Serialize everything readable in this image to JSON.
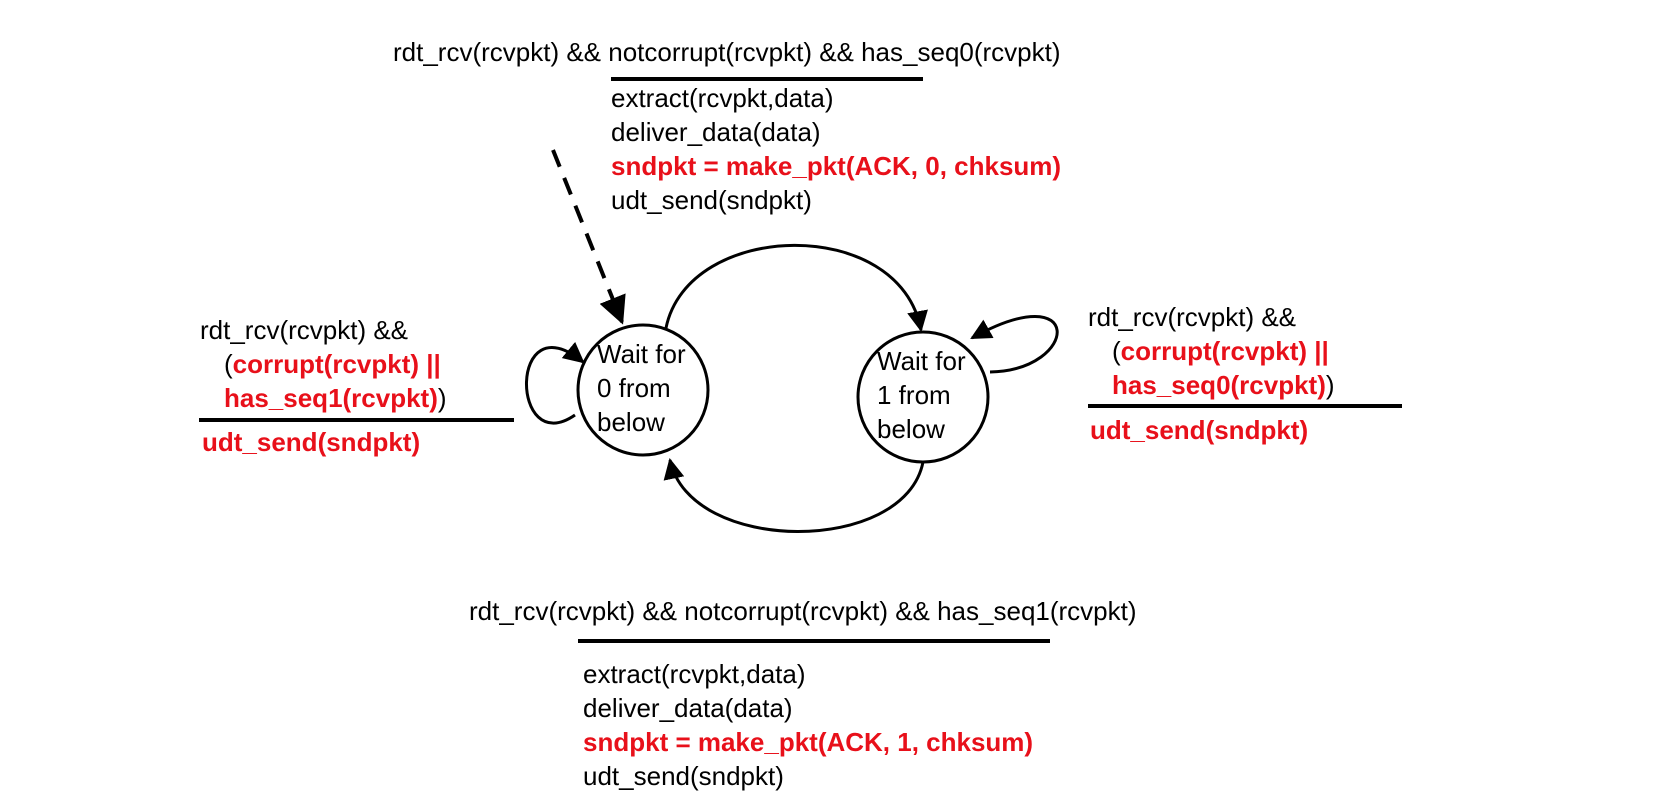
{
  "colors": {
    "stroke": "#000000",
    "highlight": "#e8101a",
    "background": "#ffffff"
  },
  "states": [
    {
      "id": "wait0",
      "lines": [
        "Wait for",
        "0 from",
        "below"
      ]
    },
    {
      "id": "wait1",
      "lines": [
        "Wait for",
        "1 from",
        "below"
      ]
    }
  ],
  "transitions": {
    "top": {
      "from": "wait0",
      "to": "wait1",
      "event": "rdt_rcv(rcvpkt) && notcorrupt(rcvpkt) && has_seq0(rcvpkt)",
      "actions": [
        {
          "text": "extract(rcvpkt,data)",
          "highlight": false
        },
        {
          "text": "deliver_data(data)",
          "highlight": false
        },
        {
          "text": "sndpkt = make_pkt(ACK, 0, chksum)",
          "highlight": true
        },
        {
          "text": "udt_send(sndpkt)",
          "highlight": false
        }
      ]
    },
    "bottom": {
      "from": "wait1",
      "to": "wait0",
      "event": "rdt_rcv(rcvpkt) && notcorrupt(rcvpkt) && has_seq1(rcvpkt)",
      "actions": [
        {
          "text": "extract(rcvpkt,data)",
          "highlight": false
        },
        {
          "text": "deliver_data(data)",
          "highlight": false
        },
        {
          "text": "sndpkt = make_pkt(ACK, 1, chksum)",
          "highlight": true
        },
        {
          "text": "udt_send(sndpkt)",
          "highlight": false
        }
      ]
    },
    "left_self": {
      "state": "wait0",
      "event_line1": "rdt_rcv(rcvpkt) &&",
      "event_open": "(",
      "event_red1": "corrupt(rcvpkt) ||",
      "event_red2": "has_seq1(rcvpkt)",
      "event_close": ")",
      "action": "udt_send(sndpkt)"
    },
    "right_self": {
      "state": "wait1",
      "event_line1": "rdt_rcv(rcvpkt) &&",
      "event_open": "(",
      "event_red1": "corrupt(rcvpkt) ||",
      "event_red2": "has_seq0(rcvpkt)",
      "event_close": ")",
      "action": "udt_send(sndpkt)"
    }
  }
}
